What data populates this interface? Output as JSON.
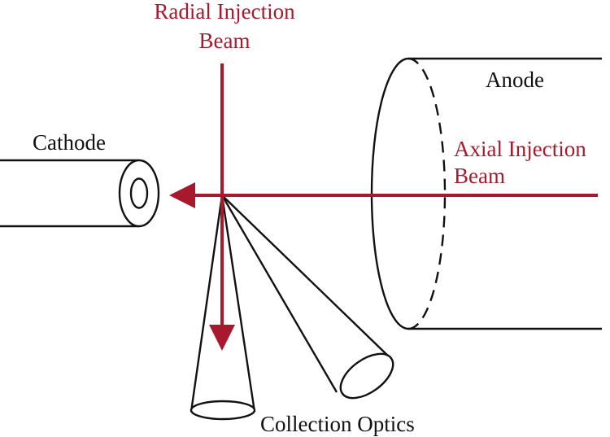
{
  "labels": {
    "radial_line1": "Radial Injection",
    "radial_line2": "Beam",
    "anode": "Anode",
    "cathode": "Cathode",
    "axial_line1": "Axial Injection",
    "axial_line2": "Beam",
    "collection_optics": "Collection Optics"
  },
  "colors": {
    "beam": "#a8192e",
    "outline": "#111111",
    "background": "#ffffff"
  }
}
